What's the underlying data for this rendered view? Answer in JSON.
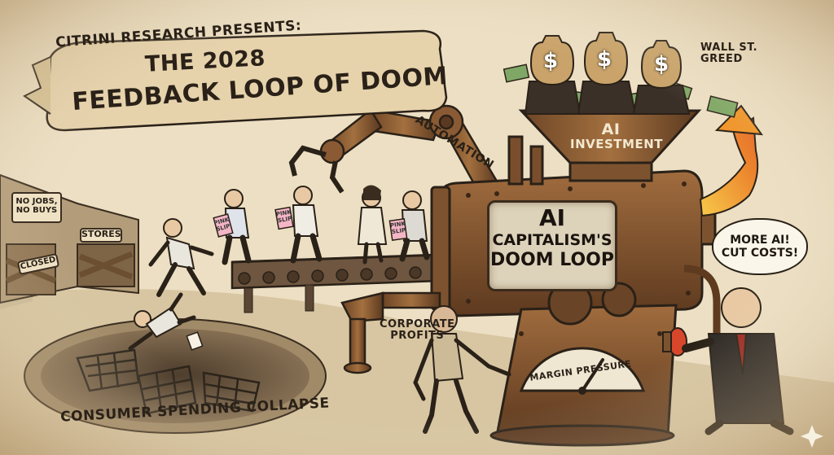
{
  "banner": {
    "presenter": "CITRINI RESEARCH PRESENTS:",
    "title_line1": "THE 2028",
    "title_line2": "FEEDBACK LOOP OF DOOM"
  },
  "labels": {
    "automation": "AUTOMATION",
    "wall_street": [
      "WALL ST.",
      "GREED"
    ],
    "hopper": [
      "AI",
      "INVESTMENT"
    ],
    "machine_plate": [
      "AI",
      "CAPITALISM'S",
      "DOOM LOOP"
    ],
    "corporate_profits": [
      "CORPORATE",
      "PROFITS"
    ],
    "gauge": "MARGIN PRESSURE",
    "consumer_collapse": "CONSUMER SPENDING COLLAPSE"
  },
  "storefront": {
    "sign_no_jobs": [
      "NO JOBS,",
      "NO BUYS"
    ],
    "sign_stores": "STORES",
    "sign_closed": "CLOSED"
  },
  "speech_bubble": [
    "MORE AI!",
    "CUT COSTS!"
  ],
  "pink_slip_text": "PINK SLIP",
  "money_symbol": "$",
  "colors": {
    "paper": "#e9dcc0",
    "ink": "#2a2118",
    "rust": "#8a5a34",
    "flame": "#f0952a",
    "pink_slip": "#f4b6c6",
    "money": "#7fa866",
    "button_red": "#d8472b"
  }
}
